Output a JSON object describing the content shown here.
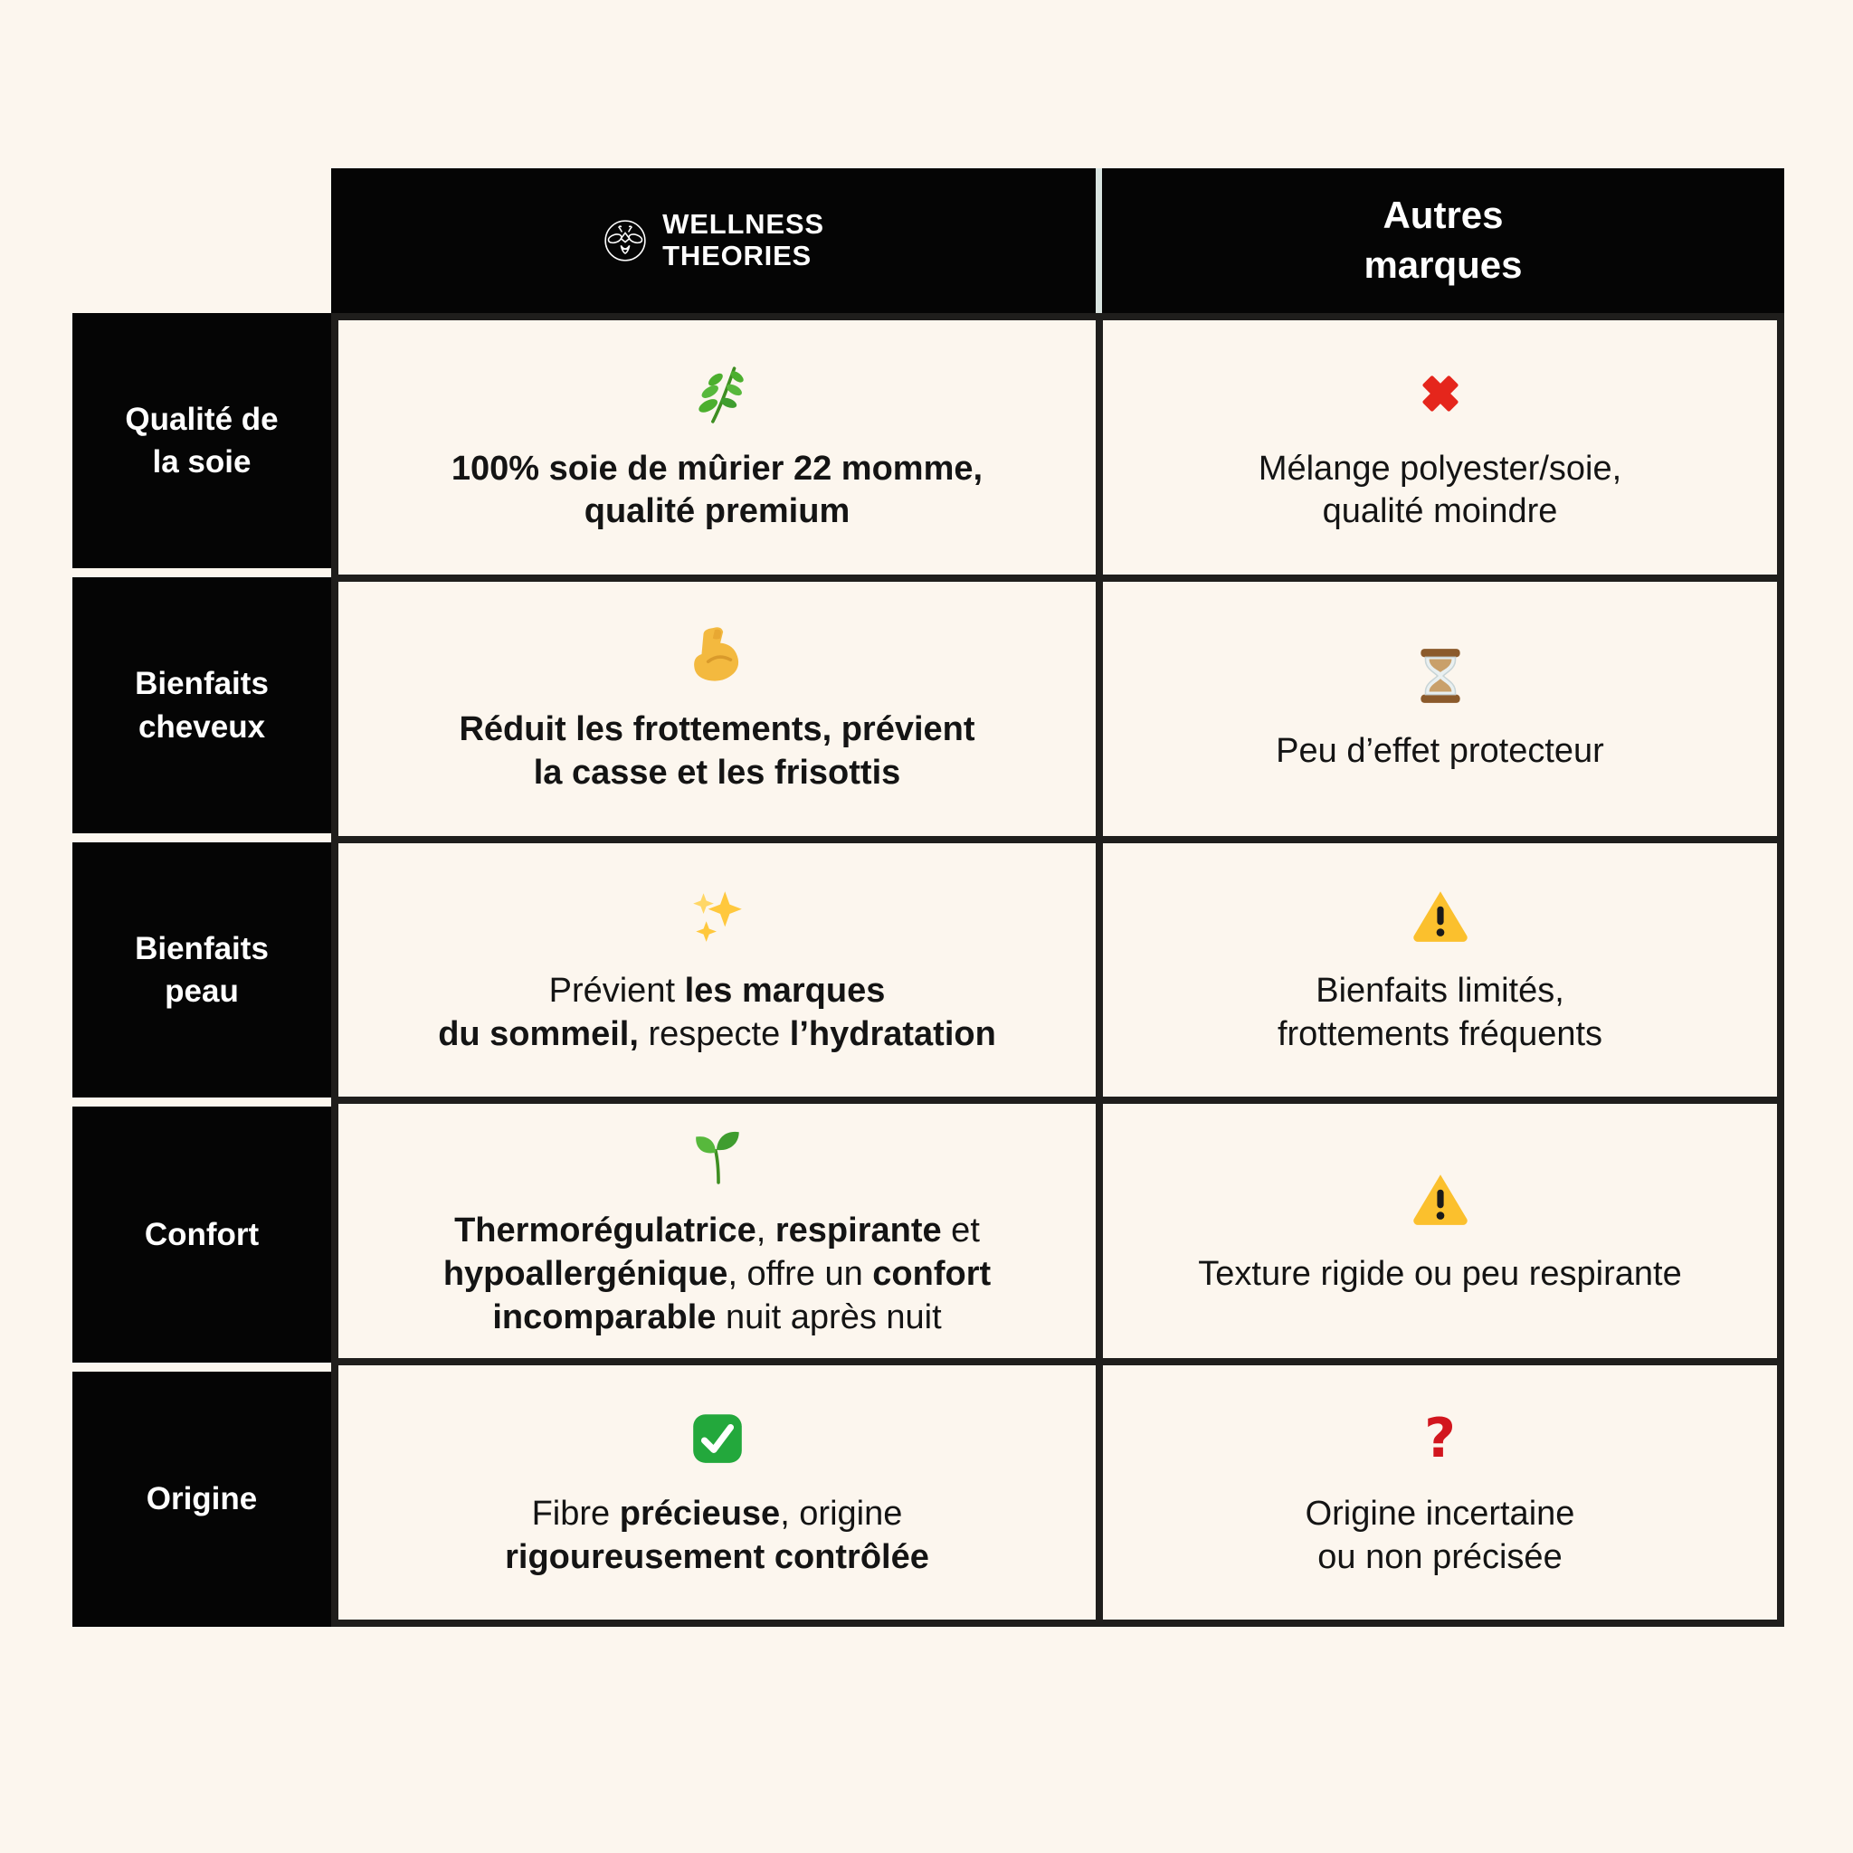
{
  "page": {
    "background_color": "#FCF6EE",
    "cell_black": "#050505",
    "border_color": "#1F1E1C",
    "header_divider_color": "#D9E4E0",
    "negative_red": "#E5261C",
    "warning_yellow": "#FBC02D",
    "positive_green": "#23A83C"
  },
  "header": {
    "brand_line1": "WELLNESS",
    "brand_line2": "THEORIES",
    "brand_logo_icon": "bee-logo",
    "other_label": "Autres\nmarques"
  },
  "rows": [
    {
      "label": "Qualité de\nla soie",
      "wellness": {
        "icon": "herb",
        "segments": [
          {
            "t": "100% soie de mûrier 22 momme,\nqualité premium",
            "b": true
          }
        ]
      },
      "others": {
        "icon": "cross-mark",
        "segments": [
          {
            "t": "Mélange polyester/soie,\nqualité moindre",
            "b": false
          }
        ]
      }
    },
    {
      "label": "Bienfaits\ncheveux",
      "wellness": {
        "icon": "flexed-biceps",
        "segments": [
          {
            "t": "Réduit les frottements, prévient\nla casse et les frisottis",
            "b": true
          }
        ]
      },
      "others": {
        "icon": "hourglass",
        "segments": [
          {
            "t": "Peu d’effet protecteur",
            "b": false
          }
        ]
      }
    },
    {
      "label": "Bienfaits\npeau",
      "wellness": {
        "icon": "sparkles",
        "segments": [
          {
            "t": "Prévient ",
            "b": false
          },
          {
            "t": "les marques\ndu sommeil,",
            "b": true
          },
          {
            "t": " respecte ",
            "b": false
          },
          {
            "t": "l’hydratation",
            "b": true
          }
        ]
      },
      "others": {
        "icon": "warning",
        "segments": [
          {
            "t": "Bienfaits limités,\nfrottements fréquents",
            "b": false
          }
        ]
      }
    },
    {
      "label": "Confort",
      "wellness": {
        "icon": "seedling",
        "segments": [
          {
            "t": "Thermorégulatrice",
            "b": true
          },
          {
            "t": ", ",
            "b": false
          },
          {
            "t": "respirante",
            "b": true
          },
          {
            "t": " et\n",
            "b": false
          },
          {
            "t": "hypoallergénique",
            "b": true
          },
          {
            "t": ", offre un ",
            "b": false
          },
          {
            "t": "confort\nincomparable",
            "b": true
          },
          {
            "t": " nuit après nuit",
            "b": false
          }
        ]
      },
      "others": {
        "icon": "warning",
        "segments": [
          {
            "t": "Texture rigide ou peu respirante",
            "b": false
          }
        ]
      }
    },
    {
      "label": "Origine",
      "wellness": {
        "icon": "check-mark",
        "segments": [
          {
            "t": "Fibre ",
            "b": false
          },
          {
            "t": "précieuse",
            "b": true
          },
          {
            "t": ", origine\n",
            "b": false
          },
          {
            "t": "rigoureusement contrôlée",
            "b": true
          }
        ]
      },
      "others": {
        "icon": "question-mark",
        "segments": [
          {
            "t": "Origine incertaine\nou non précisée",
            "b": false
          }
        ]
      }
    }
  ]
}
